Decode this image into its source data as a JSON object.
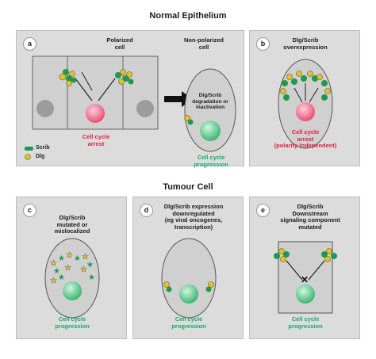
{
  "normal_title": "Normal Epithelium",
  "tumour_title": "Tumour Cell",
  "panel_a": {
    "badge": "a",
    "left_label": "Polarized\ncell",
    "left_outcome": "Cell cycle\narrest",
    "right_label": "Non-polarized\ncell",
    "inner_label": "Dlg/Scrib\ndegradation or\ninactivation",
    "right_outcome": "Cell cycle\nprogression",
    "legend_scrib": "Scrib",
    "legend_dlg": "Dlg"
  },
  "panel_b": {
    "badge": "b",
    "label": "Dlg/Scrib\noverexpression",
    "outcome": "Cell cycle\narrest\n(polarity independent)"
  },
  "panel_c": {
    "badge": "c",
    "label": "Dlg/Scrib\nmutated or\nmislocalized",
    "outcome": "Cell cycle\nprogression"
  },
  "panel_d": {
    "badge": "d",
    "label": "Dlg/Scrib expression\ndownregulated\n(eg viral oncogenes,\ntranscription)",
    "outcome": "Cell cycle\nprogression"
  },
  "panel_e": {
    "badge": "e",
    "label": "Dlg/Scrib\nDownstream\nsignaling component\nmutated",
    "outcome": "Cell cycle\nprogression"
  },
  "colors": {
    "panel_bg": "#dcdcdc",
    "scrib": "#1e9a4a",
    "dlg": "#e6c21e",
    "red_nucleus": "#e8456a",
    "green_nucleus": "#2fb26a",
    "red_text": "#e0223f",
    "green_text": "#18a86b"
  }
}
